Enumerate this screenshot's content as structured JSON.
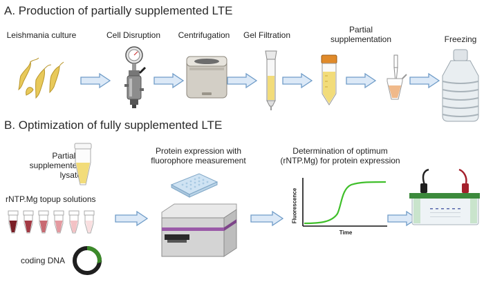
{
  "section_a": {
    "title": "A. Production of partially supplemented LTE",
    "steps": [
      {
        "label": "Leishmania culture"
      },
      {
        "label": "Cell Disruption"
      },
      {
        "label": "Centrifugation"
      },
      {
        "label": "Gel Filtration"
      },
      {
        "label": "Partial supplementation"
      },
      {
        "label": "Freezing"
      }
    ]
  },
  "section_b": {
    "title": "B. Optimization of fully supplemented LTE",
    "lysate_label": "Partially supplemented lysate",
    "topup_label": "rNTP.Mg topup solutions",
    "dna_label": "coding DNA",
    "expression_label": "Protein expression with fluorophore measurement",
    "optimum_label": "Determination of optimum (rNTP.Mg) for protein expression",
    "chart": {
      "ylabel": "Fluorescence",
      "xlabel": "Time"
    }
  },
  "colors": {
    "arrow_fill": "#dce9f7",
    "arrow_stroke": "#6f9cc8",
    "curve": "#3fbf2a",
    "tube_yellow": "#f2dc7a",
    "cap_orange": "#e08a2a",
    "gel_box_green": "#3c8a3c"
  }
}
